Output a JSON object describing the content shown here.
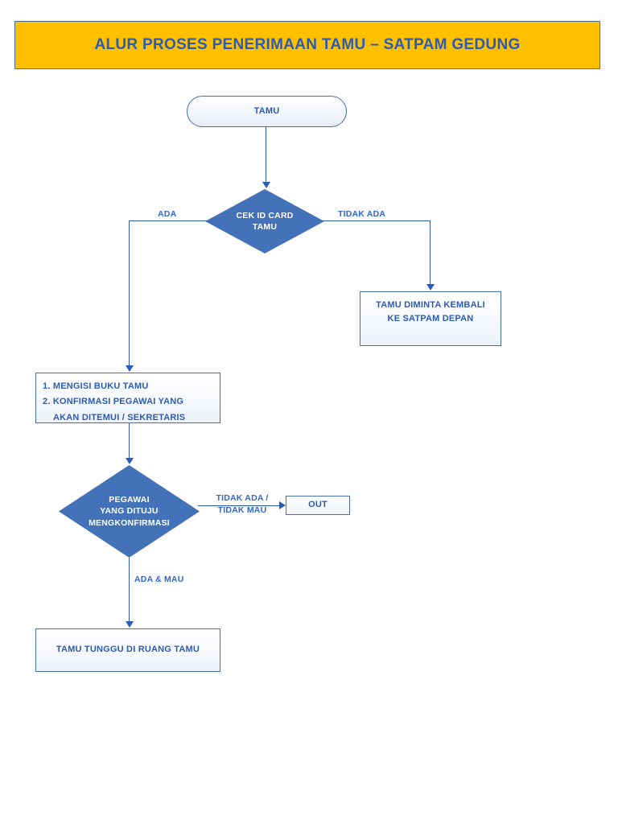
{
  "header": {
    "title": "ALUR PROSES PENERIMAAN TAMU – SATPAM GEDUNG",
    "banner_color": "#FFC000",
    "title_color": "#2B5BB5"
  },
  "theme": {
    "line_color": "#2B5BB5",
    "diamond_fill": "#4472B8",
    "diamond_text": "#FFFFFF",
    "box_border": "#4472A8",
    "label_color": "#3366CC",
    "background": "#FFFFFF"
  },
  "nodes": {
    "start": {
      "label": "TAMU",
      "shape": "stadium"
    },
    "decision_idcard": {
      "line1": "CEK ID CARD",
      "line2": "TAMU",
      "shape": "diamond"
    },
    "rejected": {
      "line1": "TAMU DIMINTA KEMBALI",
      "line2": "KE SATPAM DEPAN",
      "shape": "rectangle"
    },
    "register": {
      "line1": "1. MENGISI BUKU TAMU",
      "line2": "2. KONFIRMASI PEGAWAI YANG",
      "line3": "AKAN DITEMUI / SEKRETARIS",
      "shape": "rectangle"
    },
    "decision_confirm": {
      "line1": "PEGAWAI",
      "line2": "YANG DITUJU",
      "line3": "MENGKONFIRMASI",
      "shape": "diamond"
    },
    "out": {
      "label": "OUT",
      "shape": "rectangle"
    },
    "waiting": {
      "label": "TAMU TUNGGU DI RUANG TAMU",
      "shape": "rectangle"
    }
  },
  "edges": {
    "ada": "ADA",
    "tidak_ada": "TIDAK ADA",
    "tidak_ada_mau_line1": "TIDAK ADA /",
    "tidak_ada_mau_line2": "TIDAK MAU",
    "ada_mau": "ADA & MAU"
  }
}
